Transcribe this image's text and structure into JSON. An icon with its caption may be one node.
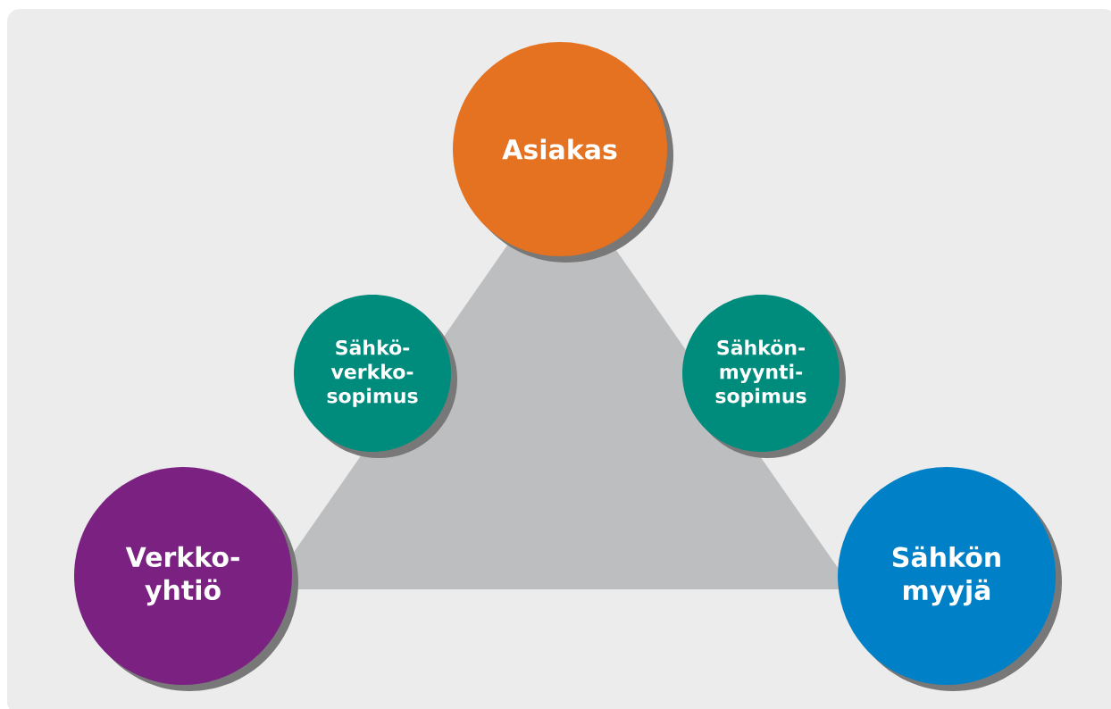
{
  "diagram": {
    "nodes": [
      {
        "text": [
          "Asiakas"
        ]
      },
      {
        "text": [
          "Sähkö- verkko- sopimus"
        ]
      },
      {
        "text": [
          "Sähkön- myynti- sopimus"
        ]
      },
      {
        "text": [
          "Verkko- yhtiö"
        ]
      },
      {
        "text": [
          "Sähkön myyjä"
        ]
      }
    ]
  }
}
